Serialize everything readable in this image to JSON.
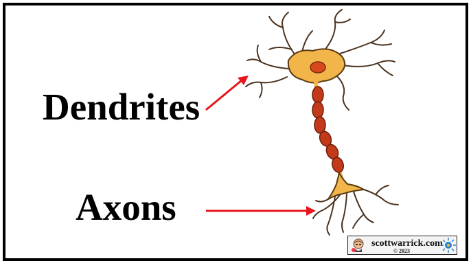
{
  "labels": {
    "dendrites": "Dendrites",
    "axons": "Axons"
  },
  "watermark": {
    "site": "scottwarrick.com",
    "year": "© 2023"
  },
  "colors": {
    "arrow": "#e8151b",
    "neuron_fill": "#f2b54a",
    "neuron_outline": "#5a3a12",
    "nucleus": "#d9481c",
    "myelin": "#c23a1a",
    "branches": "#4a3320"
  },
  "icons": [
    "scott-face-icon",
    "sunburst-icon"
  ]
}
